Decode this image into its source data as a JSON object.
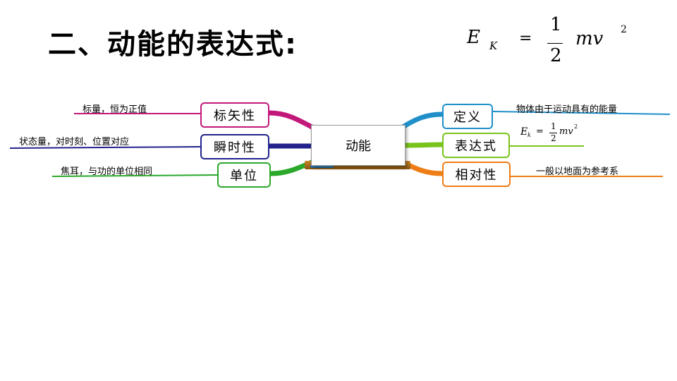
{
  "title": "二、动能的表达式:",
  "formula": {
    "E": "E",
    "K": "K",
    "eq": "=",
    "num": "1",
    "den": "2",
    "mv": "mv",
    "sq": "2"
  },
  "mindmap": {
    "center": "动能",
    "left": [
      {
        "label": "标矢性",
        "detail": "标量，恒为正值",
        "color": "#c2187a"
      },
      {
        "label": "瞬时性",
        "detail": "状态量，对时刻、位置对应",
        "color": "#23238e"
      },
      {
        "label": "单位",
        "detail": "焦耳，与功的单位相同",
        "color": "#2aa82a"
      }
    ],
    "right": [
      {
        "label": "定义",
        "detail": "物体由于运动具有的能量",
        "color": "#1f8fc9"
      },
      {
        "label": "表达式",
        "detail": "",
        "color": "#7ac31c"
      },
      {
        "label": "相对性",
        "detail": "一般以地面为参考系",
        "color": "#ef7d16"
      }
    ],
    "mini_formula": {
      "E": "E",
      "k": "k",
      "eq": "=",
      "num": "1",
      "den": "2",
      "mv": "mv",
      "sq": "2"
    }
  }
}
